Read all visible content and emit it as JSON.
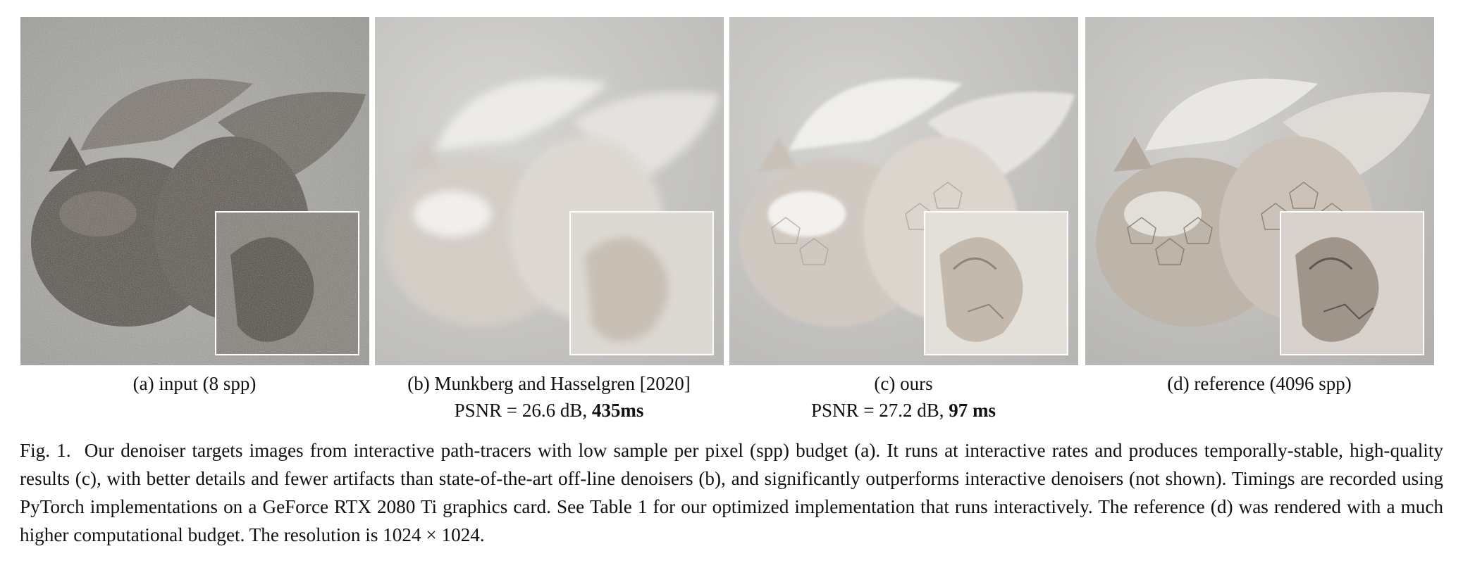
{
  "panels": [
    {
      "id": "a",
      "label": "(a) input (8 spp)",
      "metric_prefix": "",
      "timing": "",
      "style": "noisy"
    },
    {
      "id": "b",
      "label": "(b) Munkberg and Hasselgren [2020]",
      "metric_prefix": "PSNR = 26.6 dB, ",
      "timing": "435ms",
      "style": "blurry"
    },
    {
      "id": "c",
      "label": "(c) ours",
      "metric_prefix": "PSNR = 27.2 dB, ",
      "timing": "97 ms",
      "style": "denoised"
    },
    {
      "id": "d",
      "label": "(d) reference (4096 spp)",
      "metric_prefix": "",
      "timing": "",
      "style": "reference"
    }
  ],
  "caption": {
    "fig_label": "Fig. 1.",
    "text": "Our denoiser targets images from interactive path-tracers with low sample per pixel (spp) budget (a). It runs at interactive rates and produces temporally-stable, high-quality results (c), with better details and fewer artifacts than state-of-the-art off-line denoisers (b), and significantly outperforms interactive denoisers (not shown). Timings are recorded using PyTorch implementations on a GeForce RTX 2080 Ti graphics card. See Table 1 for our optimized implementation that runs interactively. The reference (d) was rendered with a much higher computational budget. The resolution is 1024 × 1024."
  },
  "colors": {
    "background_noisy": "#a3a39e",
    "background_clean": "#c9c9c6",
    "glass_highlight": "#f2f0ec",
    "glass_shadow": "#9a948d",
    "inset_border": "#ffffff"
  }
}
